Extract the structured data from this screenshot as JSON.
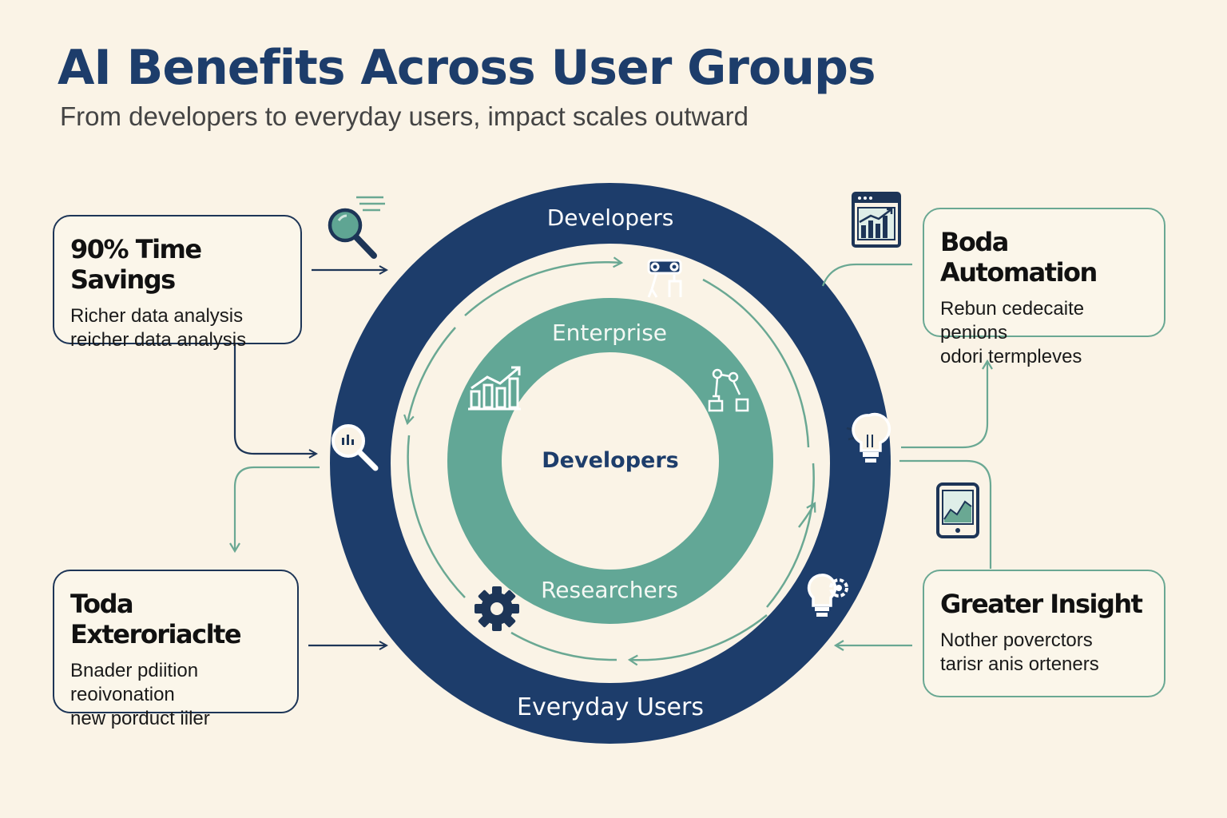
{
  "header": {
    "title": "AI Benefits Across User Groups",
    "subtitle": "From developers to everyday users, impact scales outward"
  },
  "rings": {
    "outer_top": "Developers",
    "outer_bottom": "Everyday Users",
    "middle_top": "Enterprise",
    "middle_bottom": "Researchers",
    "center": "Developers"
  },
  "cards": {
    "top_left": {
      "title": "90% Time Savings",
      "lines": [
        "Richer data analysis",
        "reicher data analysis"
      ]
    },
    "bottom_left": {
      "title": "Toda Exteroriaclte",
      "lines": [
        "Bnader pdiition",
        "reoivonation",
        "new porduct iiler"
      ]
    },
    "top_right": {
      "title": "Boda Automation",
      "lines": [
        "Rebun cedecaite penions",
        "odori termpleves"
      ]
    },
    "bottom_right": {
      "title": "Greater Insight",
      "lines": [
        "Nother poverctors",
        "tarisr anis orteners"
      ]
    }
  },
  "colors": {
    "navy": "#1d3d6b",
    "teal": "#62a796",
    "background": "#faf3e6"
  },
  "icons": [
    "magnifier-icon",
    "robot-arm-icon",
    "growth-chart-icon",
    "lightbulb-icon",
    "gear-icon",
    "tablet-chart-icon",
    "browser-chart-icon"
  ]
}
